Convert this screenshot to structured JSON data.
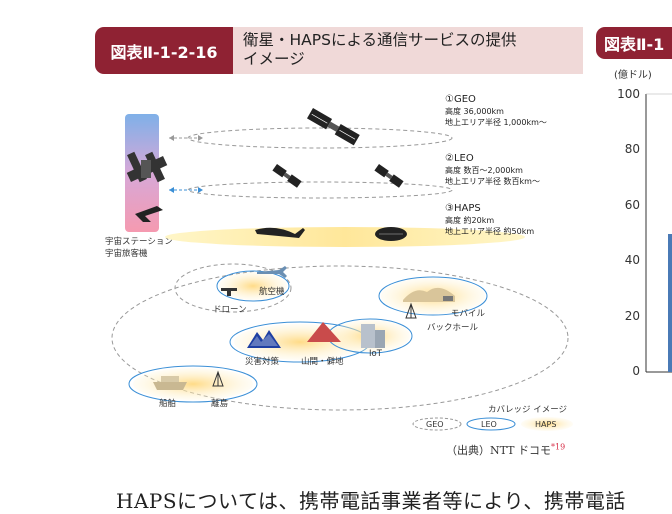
{
  "figure_left": {
    "label": "図表Ⅱ-1-2-16",
    "title": "衛星・HAPSによる通信サービスの提供\nイメージ",
    "orbits": [
      {
        "name": "①GEO",
        "altitude": "高度 36,000km",
        "radius": "地上エリア半径 1,000km～"
      },
      {
        "name": "②LEO",
        "altitude": "高度 数百～2,000km",
        "radius": "地上エリア半径 数百km～"
      },
      {
        "name": "③HAPS",
        "altitude": "高度 約20km",
        "radius": "地上エリア半径 約50km"
      }
    ],
    "station_labels": [
      "宇宙ステーション",
      "宇宙旅客機"
    ],
    "ground_labels": {
      "aircraft": "航空機",
      "drone": "ドローン",
      "mobile": "モバイル",
      "backhaul": "バックホール",
      "disaster": "災害対策",
      "mountain": "山間・僻地",
      "iot": "IoT",
      "ship": "船舶",
      "island": "離島"
    },
    "legend": {
      "title": "カバレッジ イメージ",
      "items": [
        "GEO",
        "LEO",
        "HAPS"
      ]
    },
    "source": "（出典）NTT ドコモ",
    "source_note": "*19"
  },
  "figure_right": {
    "label": "図表Ⅱ-1",
    "unit": "(億ドル)",
    "yticks": [
      "100",
      "80",
      "60",
      "40",
      "20",
      "0"
    ]
  },
  "body_text": "HAPSについては、携帯電話事業者等により、携帯電話"
}
